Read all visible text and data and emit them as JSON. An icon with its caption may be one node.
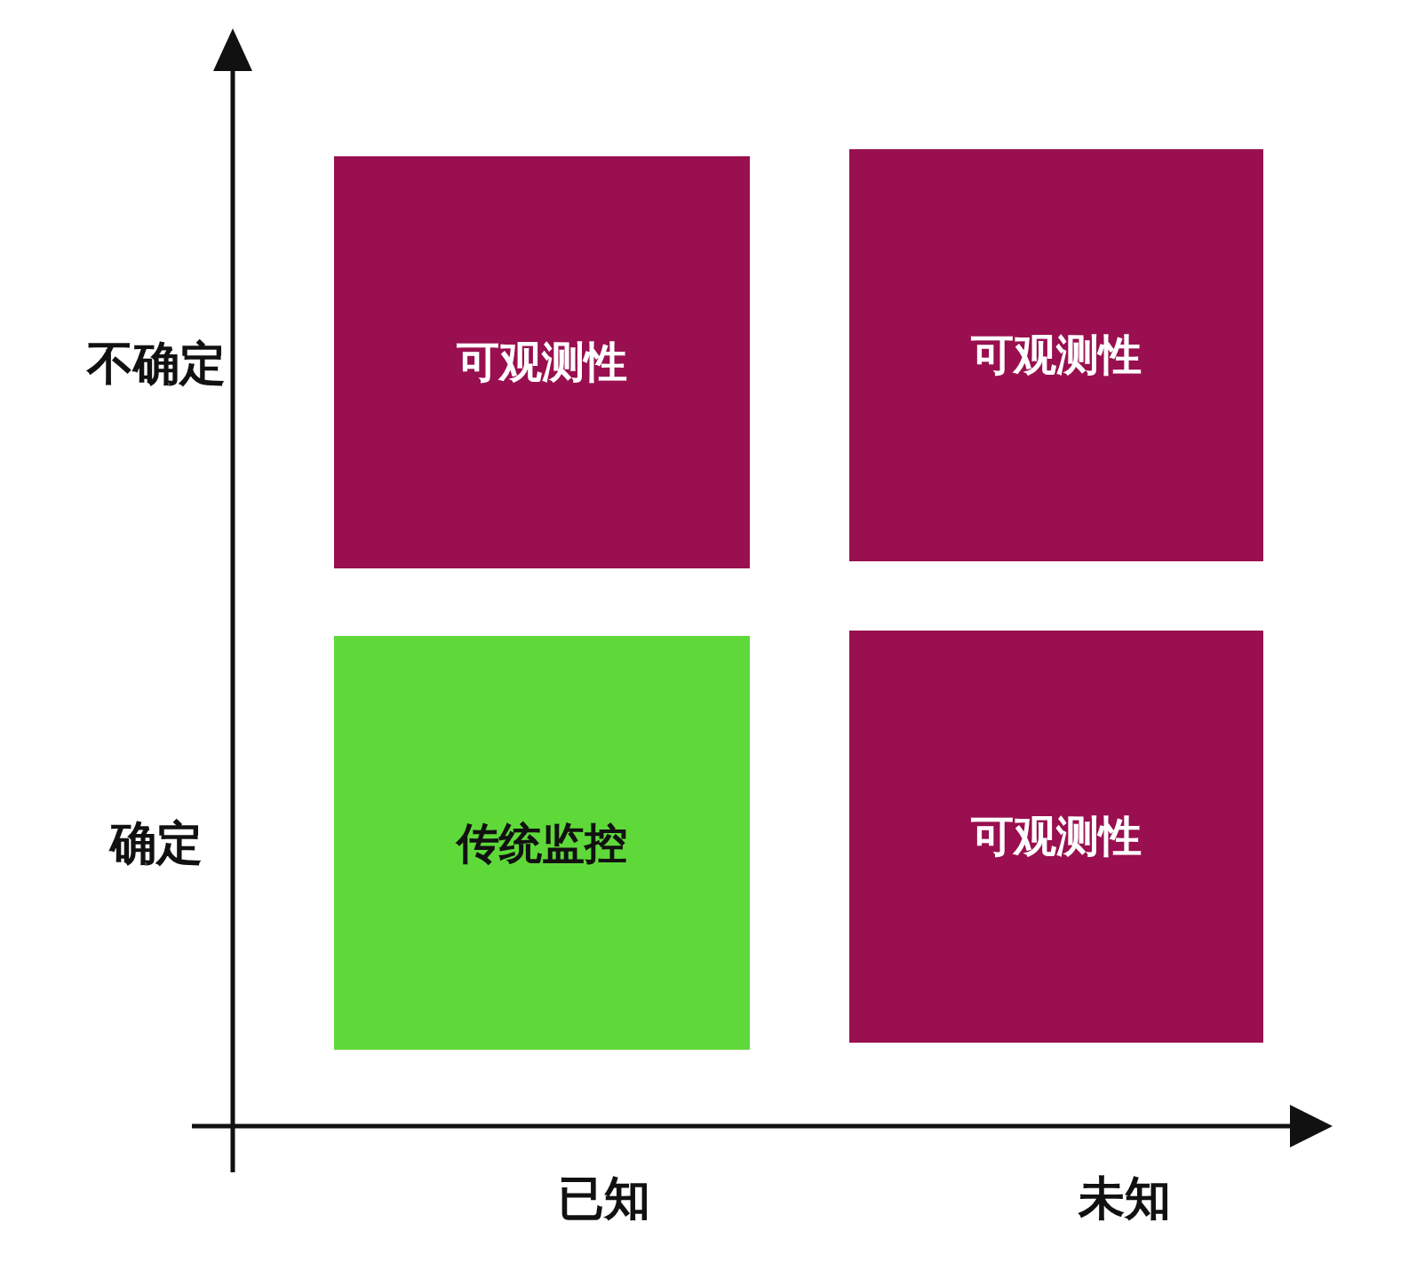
{
  "diagram": {
    "nodes": [
      {
        "text": [
          "可观测性"
        ]
      },
      {
        "text": [
          "可观测性"
        ]
      },
      {
        "text": [
          "传统监控"
        ]
      },
      {
        "text": [
          "可观测性"
        ]
      }
    ],
    "labels": [
      "不确定",
      "确定",
      "已知",
      "未知"
    ]
  }
}
